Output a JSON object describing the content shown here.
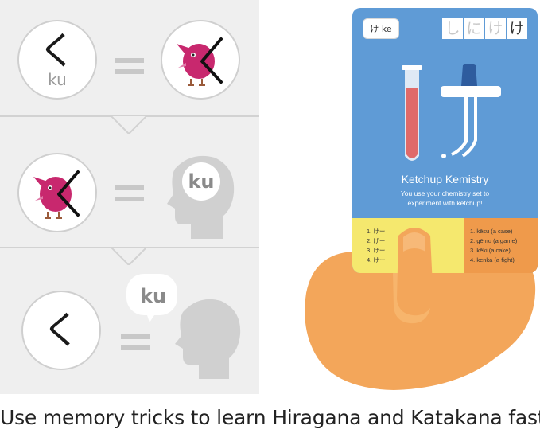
{
  "lesson": {
    "row1": {
      "kana": "く",
      "romaji": "ku"
    },
    "row2": {
      "bubble": "ku"
    },
    "row3": {
      "kana": "く",
      "bubble": "ku"
    }
  },
  "card": {
    "tag": "け ke",
    "stroke_order": [
      "し",
      "に",
      "け",
      "け"
    ],
    "title": "Ketchup Kemistry",
    "description": "You use your chemistry set to experiment with ketchup!",
    "vocab_left": [
      "1. けー",
      "2. げー",
      "3. けー",
      "4. けー"
    ],
    "vocab_right": [
      "1. kēsu (a case)",
      "2. gēmu (a game)",
      "3. kēki (a cake)",
      "4. kenka (a fight)"
    ]
  },
  "caption": "Use memory tricks to learn Hiragana and Katakana fast",
  "colors": {
    "panel": "#efefef",
    "bird": "#c8286e",
    "card_blue": "#5f9bd6",
    "card_yellow": "#f5e86e",
    "card_orange": "#ef9a4b",
    "hand": "#f3a65a"
  },
  "icons": [
    "bird-icon",
    "head-silhouette-icon",
    "speech-bubble-icon",
    "test-tube-icon",
    "dropper-icon",
    "hand-icon"
  ]
}
